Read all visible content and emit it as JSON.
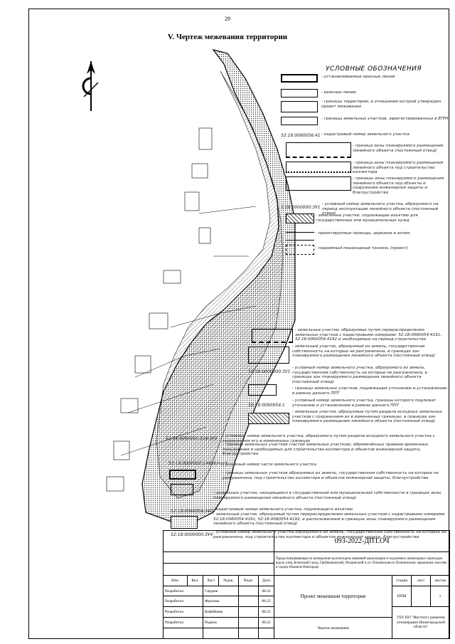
{
  "page": {
    "number": "29",
    "title": "V. Чертеж межевания территории"
  },
  "legend": {
    "heading": "УСЛОВНЫЕ ОБОЗНАЧЕНИЯ",
    "items": [
      {
        "text": "- устанавливаемые красные линии"
      },
      {
        "text": "- красные линии"
      },
      {
        "text": "- границы территории, в отношении которой утвержден проект межевания"
      },
      {
        "text": "- границы земельных участков, зарегистрированных в ЕГРН"
      },
      {
        "code": "52:18:0060056:41",
        "text": "- кадастровый номер земельного участка"
      },
      {
        "text": "- граница зоны планируемого размещения линейного объекта (постоянный отвод)"
      },
      {
        "text": "- граница зоны планируемого размещения линейного объекта под строительство коллектора"
      },
      {
        "text": "- границы зоны планируемого размещения линейного объекта под объекты и сооружения инженерной защиты и благоустройство"
      },
      {
        "code": "2:18:0000000:ЗУ1",
        "text": "- условный номер земельного участка, образуемого на период эксплуатации линейного объекта (постоянный отвод)"
      },
      {
        "text": "- земельные участки, подлежащие изъятию для государственных или муниципальных нужд"
      },
      {
        "text": "- проектируемые проезды, дорожки и аллеи"
      },
      {
        "text": "- подземный пешеходный тоннель (проект)"
      },
      {
        "text": "- земельные участки, образуемые путем перераспределения земельных участков с кадастровыми номерами: 52:18:0060054:4191, 52:18:0060054:4192 и необходимые на период строительства"
      },
      {
        "text": "- земельный участок, образуемый из земель, государственная собственность на которые не разграничена, в границах зон планируемого размещения линейного объекта (постоянный отвод)"
      },
      {
        "code": "52:18:0000000:ЗУ1",
        "text": "- условный номер земельного участка, образуемого из земель, государственная собственность на которые не разграничена, в границах зон планируемого размещения линейного объекта (постоянный отвод)"
      },
      {
        "text": "- границы земельных участков, подлежащие уточнению и установлению в рамках данного ППТ"
      },
      {
        "code": "52:18:0060054:1",
        "text": "- условный номер земельного участка, границы которого подлежат уточнению и установлению в рамках данного ППТ"
      },
      {
        "text": "- земельные участки, образуемые путем раздела исходных земельных участков с сохранением их в измененных границах, в границах зон планируемого размещения линейного объекта (постоянный отвод)"
      },
      {
        "code": "52:18:0060050:318:ЗУ1",
        "text": "- условный номер земельного участка, образуемого путем раздела исходного земельного участка с сохранением его в измененных границах"
      },
      {
        "text": "- границы земельных участков (частей земельных участков), обременённых правами временных пользования и необходимых для строительства коллектора и объектов инженерной защиты, благоустройства"
      },
      {
        "code": "52:18:0000000:14456/чзу1",
        "text": "- условный номер части земельного участка"
      },
      {
        "text": "- границы земельных участков образуемых из земель, государственная собственность на которые не разграничена, под строительство коллектора и объектов инженерной защиты, благоустройства"
      },
      {
        "text": "- земельные участки, находящиеся в государственной или муниципальной собственности в границах зоны планируемого размещения линейного объекта (постоянный отвод)"
      },
      {
        "code": "52:18:0060056:360",
        "text": "- кадастровый номер земельного участка, подлежащего изъятию"
      },
      {
        "text": "- земельный участок, образуемый путем перераспределения земельных участков с кадастровыми номерами 52:18:0060054:4191, 52:18:0060054:4192, и расположенный в границах зоны планируемого размещения линейного объекта (постоянный отвод)"
      },
      {
        "code": "52:18:0000000:ЗУ4",
        "text": "- условный номер земельного участка образуемого из земель, государственная собственность на которые не разграничена, под строительство коллектора и объектов инженерной защиты, благоустройства"
      }
    ]
  },
  "title_block": {
    "doc_code": "093-2022-ДПТ.ОЧ",
    "description": "Предусматривающая по возведению коллекторов ливневой канализации и подземных пешеходных переходов вдоль улиц Зеленский съезд, Гребешковский, Почаинский и ул. Почаинская по Почаинскому овражному массиву в городе Нижнем Новгороде",
    "headers": [
      "Изм.",
      "Кол.",
      "Лист",
      "№док.",
      "Подп.",
      "Дата"
    ],
    "rows": [
      {
        "role": "Разработал",
        "name": "Сердюк",
        "date": "08.22"
      },
      {
        "role": "Разработал",
        "name": "Фролова",
        "date": "08.22"
      },
      {
        "role": "Разработал",
        "name": "Кофейкова",
        "date": "08.22"
      },
      {
        "role": "Разработал",
        "name": "Родина",
        "date": "08.22"
      }
    ],
    "project_name": "Проект межевания территории",
    "sheet_name": "Чертеж межевания",
    "stage_label": "стадия",
    "sheet_label": "лист",
    "sheets_label": "листов",
    "stage": "ППМ",
    "sheets": "1",
    "org": "ГБУ НО \"Институт развития агломерации Нижегородской области\""
  },
  "colors": {
    "ink": "#000000",
    "hatch": "#555555",
    "map_fill": "#bdbdbd"
  }
}
